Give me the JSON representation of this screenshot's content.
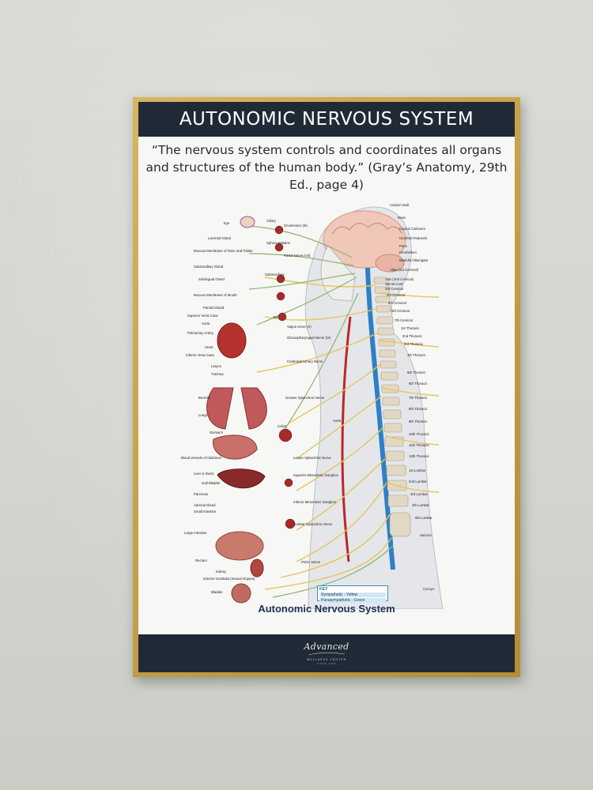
{
  "poster": {
    "title": "AUTONOMIC NERVOUS SYSTEM",
    "quote": "“The nervous system controls and coordinates all organs and structures of the human body.” (Gray’s Anatomy, 29th Ed., page 4)",
    "caption": "Autonomic Nervous System",
    "key": {
      "heading": "KEY",
      "sympathetic": "Sympathetic - Yellow",
      "parasympathetic": "Parasympathetic - Green"
    },
    "footer": {
      "logo": "Advanced",
      "subtitle": "WELLNESS CENTER",
      "since": "SINCE 2005"
    }
  },
  "labels": {
    "left": [
      "Eye",
      "Lacrimal Gland",
      "Mucous Membrane of Nose and Palate",
      "Submaxillary Gland",
      "Sublingual Gland",
      "Mucous Membrane of Mouth",
      "Parotid Gland",
      "Superior Vena Cava",
      "Aorta",
      "Pulmonary Artery",
      "Heart",
      "Inferior Vena Cava",
      "Larynx",
      "Trachea",
      "Bronchi",
      "Lungs",
      "Stomach",
      "Blood Vessels of Abdomen",
      "Liver & Ducts",
      "Gall Bladder",
      "Pancreas",
      "Adrenal Gland",
      "Small Intestine",
      "Large Intestine",
      "Rectum",
      "Kidney",
      "Exterior Genitalia (Sexual Organs)",
      "Bladder"
    ],
    "ganglia": [
      "Ciliary",
      "Oculomotor (III)",
      "Sphenopalatine",
      "Facial Nerve (VII)",
      "Submaxillary",
      "Otic",
      "Vagus nerve (X)",
      "Glossopharyngeal Nerve (IX)",
      "Cardiopulmonary Nerve",
      "Greater Splanchnic Nerve",
      "Celiac",
      "Lesser Splanchnic Nerve",
      "Superior Mesenteric Ganglion",
      "Inferior Mesenteric Ganglion",
      "Lumbar Splanchnic Nerve",
      "Pelvic Nerve",
      "Aorta"
    ],
    "right": [
      "Cranial Vault",
      "Brain",
      "Corpus Callosum",
      "Cerebral Peduncle",
      "Pons",
      "Cerebellum",
      "Medulla Oblongata",
      "Atlas (1st Cervical)",
      "Axis (2nd Cervical)",
      "Spinal Cord",
      "3rd Cervical",
      "4th Cervical",
      "5th Cervical",
      "6th Cervical",
      "7th Cervical",
      "1st Thoracic",
      "2nd Thoracic",
      "3rd Thoracic",
      "4th Thoracic",
      "5th Thoracic",
      "6th Thoracic",
      "7th Thoracic",
      "8th Thoracic",
      "9th Thoracic",
      "10th Thoracic",
      "11th Thoracic",
      "12th Thoracic",
      "1st Lumbar",
      "2nd Lumbar",
      "3rd Lumbar",
      "4th Lumbar",
      "5th Lumbar",
      "Sacrum",
      "Coccyx"
    ]
  },
  "colors": {
    "title_bar": "#1f2a36",
    "frame_gold": "#c9a24a",
    "sympathetic_yellow": "#e6c65a",
    "parasympathetic_green": "#8fb36a",
    "caption_navy": "#1d2e55"
  }
}
